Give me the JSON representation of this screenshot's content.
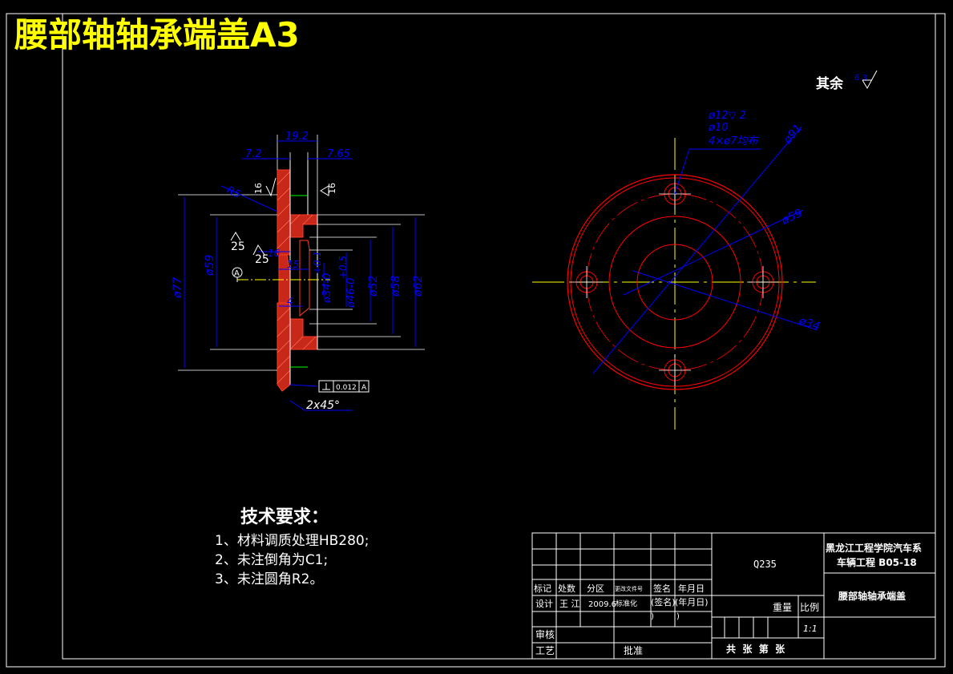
{
  "title": "腰部轴轴承端盖A3",
  "roughness_note": {
    "label": "其余",
    "value": "6.3"
  },
  "colors": {
    "background": "#000000",
    "frame": "#ffffff",
    "title": "#ffff00",
    "dimension": "#0000ff",
    "outline": "#ff0000",
    "centerline": "#ffff00",
    "section_fill": "#ff3b1f",
    "green": "#00ff00"
  },
  "section_view": {
    "dims": {
      "width_total": "19.2",
      "left_offset": "7.2",
      "right_offset": "7.65",
      "radius": "R5",
      "d77": "ø77",
      "d59": "ø59",
      "d34": "ø34-0",
      "d34_tol": "+0.1",
      "d46": "ø46-0",
      "d46_tol": "+0.5",
      "d52": "ø52",
      "d58": "ø58",
      "d62": "ø62",
      "len16": "16",
      "len15": "15",
      "len4": "4",
      "chamfer": "2x45°"
    },
    "roughness": {
      "r16_a": "16",
      "r16_b": "16",
      "r25_a": "25",
      "r25_b": "25"
    },
    "datum": "A",
    "tolerance_frame": {
      "value": "0.012",
      "datum": "A"
    }
  },
  "front_view": {
    "callout": {
      "line1": "ø12▽ 2",
      "line2": "ø10",
      "line3": "4×ø7均布"
    },
    "dims": {
      "d91": "ø91",
      "d59": "ø59",
      "d34": "ø34"
    }
  },
  "tech_requirements": {
    "heading": "技术要求：",
    "items": [
      "1、材料调质处理HB280;",
      "2、未注倒角为C1;",
      "3、未注圆角R2。"
    ]
  },
  "title_block": {
    "material": "Q235",
    "school": "黑龙江工程学院汽车系",
    "class_code": "车辆工程 B05-18",
    "part_name": "腰部轴轴承端盖",
    "mark_row": [
      "标记",
      "处数",
      "分区",
      "更改文件号",
      "签名",
      "年月日"
    ],
    "design_label": "设计",
    "designer": "王 江",
    "design_date": "2009.6",
    "standardize": "标准化",
    "sign_label": "(签名)",
    "date_label": "(年月日)",
    "paren_close_1": ")",
    "paren_close_2": ")",
    "review": "审核",
    "craft": "工艺",
    "approve": "批准",
    "weight": "重量",
    "scale_label": "比例",
    "scale": "1:1",
    "sheets": "共  张  第  张"
  }
}
